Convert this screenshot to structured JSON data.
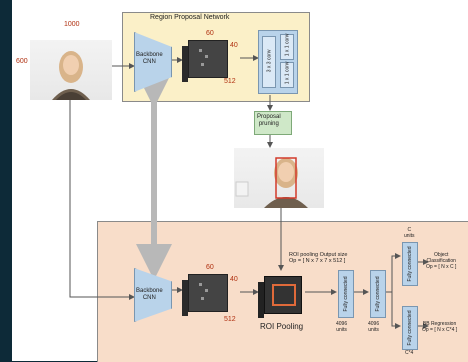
{
  "diagram": {
    "rpn_title": "Region Proposal Network",
    "image_width": "1000",
    "image_height": "600",
    "backbone_label": "Backbone\nCNN",
    "feature_height": "60",
    "feature_width": "40",
    "feature_depth": "512",
    "conv_3x3": "3 x 3 conv",
    "conv_1x1_a": "1 x 1 conv",
    "conv_1x1_b": "1 x 1 conv",
    "proposal_pruning": "Proposal\npruning",
    "roi_pool_output": "ROI pooling Output size\nOp = [ N x 7 x 7 x 512 ]",
    "roi_pooling_label": "ROI Pooling",
    "fully_connected": "Fully connected",
    "units_4096": "4096\nunits",
    "c_units": "C\nunits",
    "c4": "C*4",
    "object_classification": "Object\nClassification\nOp = [ N x C ]",
    "bb_regression": "BB Regression\nOp = [ N x C*4 ]"
  },
  "colors": {
    "background": "#0d2a38",
    "rpn_panel": "#fbf0c8",
    "frcnn_panel": "#f8ddc9",
    "cnn_blue": "#b9d3ea",
    "pruning_green": "#cfe8c8",
    "accent_red": "#b03010"
  }
}
